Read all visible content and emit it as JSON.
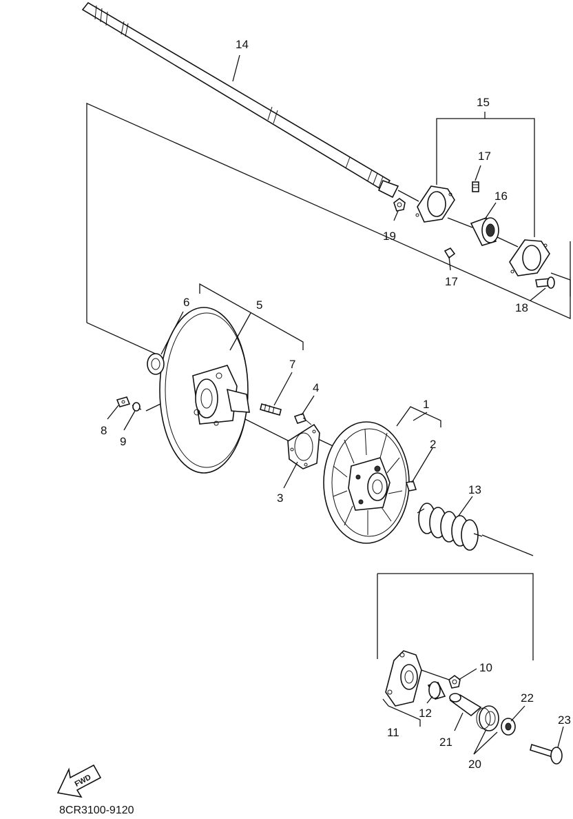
{
  "diagram": {
    "drawing_code": "8CR3100-9120",
    "fwd_label": "FWD",
    "callouts": [
      {
        "id": "c14",
        "text": "14"
      },
      {
        "id": "c15",
        "text": "15"
      },
      {
        "id": "c17a",
        "text": "17"
      },
      {
        "id": "c16",
        "text": "16"
      },
      {
        "id": "c19",
        "text": "19"
      },
      {
        "id": "c17b",
        "text": "17"
      },
      {
        "id": "c18",
        "text": "18"
      },
      {
        "id": "c6",
        "text": "6"
      },
      {
        "id": "c5",
        "text": "5"
      },
      {
        "id": "c7",
        "text": "7"
      },
      {
        "id": "c4",
        "text": "4"
      },
      {
        "id": "c8",
        "text": "8"
      },
      {
        "id": "c9",
        "text": "9"
      },
      {
        "id": "c1",
        "text": "1"
      },
      {
        "id": "c2",
        "text": "2"
      },
      {
        "id": "c3",
        "text": "3"
      },
      {
        "id": "c13",
        "text": "13"
      },
      {
        "id": "c10",
        "text": "10"
      },
      {
        "id": "c12",
        "text": "12"
      },
      {
        "id": "c11",
        "text": "11"
      },
      {
        "id": "c22",
        "text": "22"
      },
      {
        "id": "c23",
        "text": "23"
      },
      {
        "id": "c21",
        "text": "21"
      },
      {
        "id": "c20",
        "text": "20"
      }
    ]
  }
}
